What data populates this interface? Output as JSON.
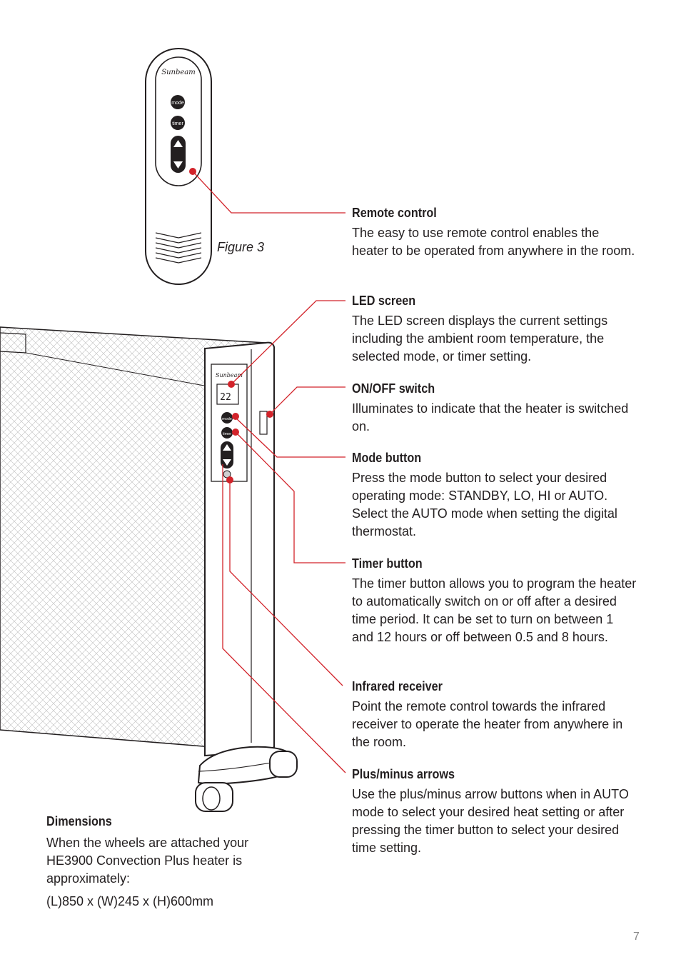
{
  "figure_caption": "Figure 3",
  "remote": {
    "brand": "Sunbeam",
    "mode_label": "mode",
    "timer_label": "timer"
  },
  "heater_panel": {
    "brand": "Sunbeam",
    "display_value": "22",
    "mode_label": "mode",
    "timer_label": "timer"
  },
  "callouts": [
    {
      "title": "Remote control",
      "body": "The easy to use remote control enables the heater to be operated from anywhere in the room."
    },
    {
      "title": "LED screen",
      "body": "The LED screen displays the current settings including the ambient room temperature, the selected mode, or timer setting."
    },
    {
      "title": "ON/OFF switch",
      "body": "Illuminates to indicate that the heater is switched on."
    },
    {
      "title": "Mode button",
      "body": "Press the mode button to select your desired operating mode: STANDBY, LO, HI or AUTO. Select the AUTO mode when setting the digital thermostat."
    },
    {
      "title": "Timer button",
      "body": "The timer button allows you to program the heater to automatically switch on or off after a desired time period. It can be set to turn on between 1 and 12 hours or off between 0.5 and 8 hours."
    },
    {
      "title": "Infrared receiver",
      "body": "Point the remote control towards the infrared receiver to operate the heater from anywhere in the room."
    },
    {
      "title": "Plus/minus arrows",
      "body": "Use the plus/minus arrow buttons when in AUTO mode to select your desired heat setting or after pressing the timer button to select your desired time setting."
    }
  ],
  "dimensions": {
    "title": "Dimensions",
    "body": "When the wheels are attached your HE3900 Convection Plus heater is approximately:",
    "size": "(L)850 x (W)245 x (H)600mm"
  },
  "page_number": "7",
  "colors": {
    "callout_line": "#d2232a",
    "ink": "#231f20"
  }
}
